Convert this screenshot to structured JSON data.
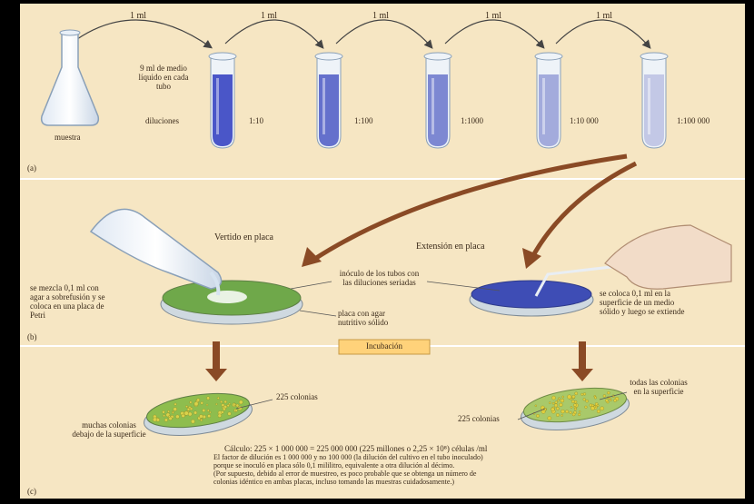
{
  "figure": {
    "transfer_labels": [
      "1 ml",
      "1 ml",
      "1 ml",
      "1 ml",
      "1 ml"
    ],
    "flask_label": "muestra",
    "medium_label": "9 ml de medio\nlíquido en cada\ntubo",
    "dilutions_label": "diluciones",
    "dilution_ratios": [
      "1:10",
      "1:100",
      "1:1000",
      "1:10 000",
      "1:100 000"
    ],
    "panel_a": "(a)",
    "panel_b": "(b)",
    "panel_c": "(c)",
    "pour_title": "Vertido en placa",
    "spread_title": "Extensión en placa",
    "pour_desc": "se mezcla 0,1 ml con\nagar a sobrefusión y se\ncoloca en una placa de\nPetri",
    "inoculum_label": "inóculo de los tubos con\nlas diluciones seriadas",
    "agar_label": "placa con agar\nnutritivo sólido",
    "spread_desc": "se coloca 0,1 ml en la\nsuperficie de un medio\nsólido y luego se extiende",
    "incubation": "Incubación",
    "colonies_left": "225 colonias",
    "below_surface": "muchas colonias\ndebajo de la superficie",
    "surface_label": "todas las colonias\nen la superficie",
    "colonies_right": "225 colonias",
    "calc_title": "Cálculo: 225 × 1 000 000 = 225 000 000 (225 millones o 2,25 × 10⁸) células /ml",
    "calc_body": "El factor de dilución es 1 000 000 y no 100 000 (la dilución del cultivo en el tubo inoculado)\nporque se inoculó en placa sólo 0,1 mililitro, equivalente a otra dilución al décimo.\n(Por supuesto, debido al error de muestreo, es poco probable que se obtenga un número de\ncolonias idéntico en ambas placas, incluso tomando las muestras cuidadosamente.)",
    "colors": {
      "background": "#f6e6c3",
      "border": "#000000",
      "tube_colors": [
        "#4a56c8",
        "#6470cc",
        "#7d88d2",
        "#a3abdc",
        "#c3c8e6"
      ],
      "arrow": "#7a4a28",
      "agar_green": "#6fa84a",
      "incubation_box": "#ffd27a"
    }
  }
}
